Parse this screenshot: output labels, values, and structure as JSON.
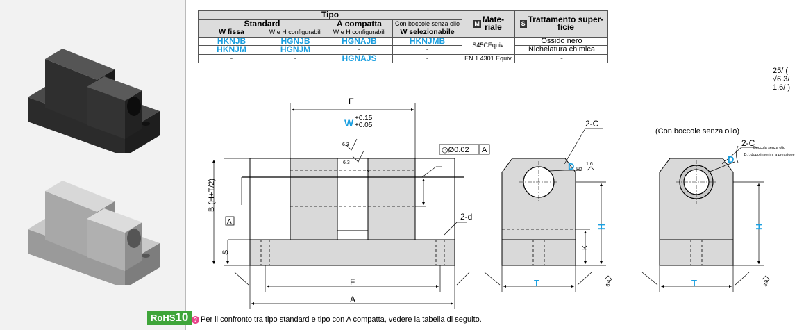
{
  "table": {
    "tipo": "Tipo",
    "standard": "Standard",
    "compatta": "A compatta",
    "boccole": "Con boccole senza olio",
    "materiale_badge": "M",
    "materiale": "Mate-\nriale",
    "trattamento_badge": "S",
    "trattamento": "Trattamento super-\nficie",
    "w_fissa": "W fissa",
    "weh1": "W e H configurabili",
    "weh2": "W e H configurabili",
    "wsel": "W selezionabile",
    "rows": [
      [
        "HKNJB",
        "HGNJB",
        "HGNAJB",
        "HKNJMB"
      ],
      [
        "HKNJM",
        "HGNJM",
        "-",
        "-"
      ],
      [
        "-",
        "-",
        "HGNAJS",
        "-"
      ]
    ],
    "mat1": "S45CEquiv.",
    "mat2": "EN 1.4301 Equiv.",
    "tr1": "Ossido nero",
    "tr2": "Nichelatura chimica",
    "tr3": "-"
  },
  "roughness": "25/ ( √6.3/ 1.6/ )",
  "drawing": {
    "E": "E",
    "W": "W",
    "w_tol_up": "+0.15",
    "w_tol_down": "+0.05",
    "tol": "◎Ø0.02",
    "datum": "A",
    "b_label": "B (H+T/2)",
    "s_label": "S",
    "d_label": "2-d",
    "f_label": "F",
    "a_label": "A",
    "rough63": "6.3",
    "c_label": "2-C",
    "D": "D",
    "H7": "H7",
    "rough16": "1.6",
    "H": "H",
    "K": "K",
    "T": "T",
    "oil_title": "(Con boccole senza olio)",
    "oil_note1": "Boccola senza olio",
    "oil_note2": "D.I. dopo inserim. a pressione"
  },
  "note": "Per il confronto tra tipo standard e tipo con A compatta, vedere la tabella di seguito.",
  "rohs": {
    "label": "RoHS",
    "num": "10"
  }
}
